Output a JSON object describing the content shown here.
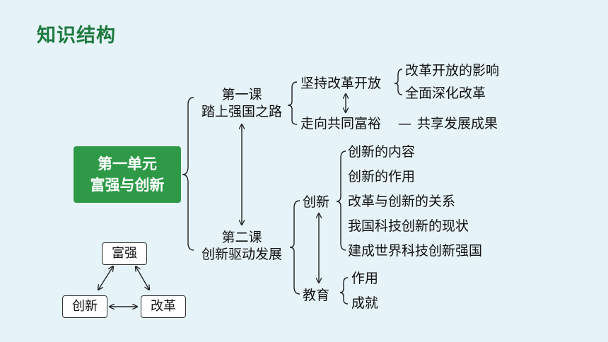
{
  "title": "知识结构",
  "unit": {
    "line1": "第一单元",
    "line2": "富强与创新"
  },
  "lesson1": {
    "line1": "第一课",
    "line2": "踏上强国之路",
    "topics": {
      "reform": "坚持改革开放",
      "reform_items": [
        "改革开放的影响",
        "全面深化改革"
      ],
      "prosperity": "走向共同富裕",
      "dash": "—",
      "prosperity_sub": "共享发展成果"
    }
  },
  "lesson2": {
    "line1": "第二课",
    "line2": "创新驱动发展",
    "innovation": "创新",
    "innovation_items": [
      "创新的内容",
      "创新的作用",
      "改革与创新的关系",
      "我国科技创新的现状",
      "建成世界科技创新强国"
    ],
    "education": "教育",
    "education_items": [
      "作用",
      "成就"
    ]
  },
  "triangle": {
    "top": "富强",
    "left": "创新",
    "right": "改革"
  }
}
